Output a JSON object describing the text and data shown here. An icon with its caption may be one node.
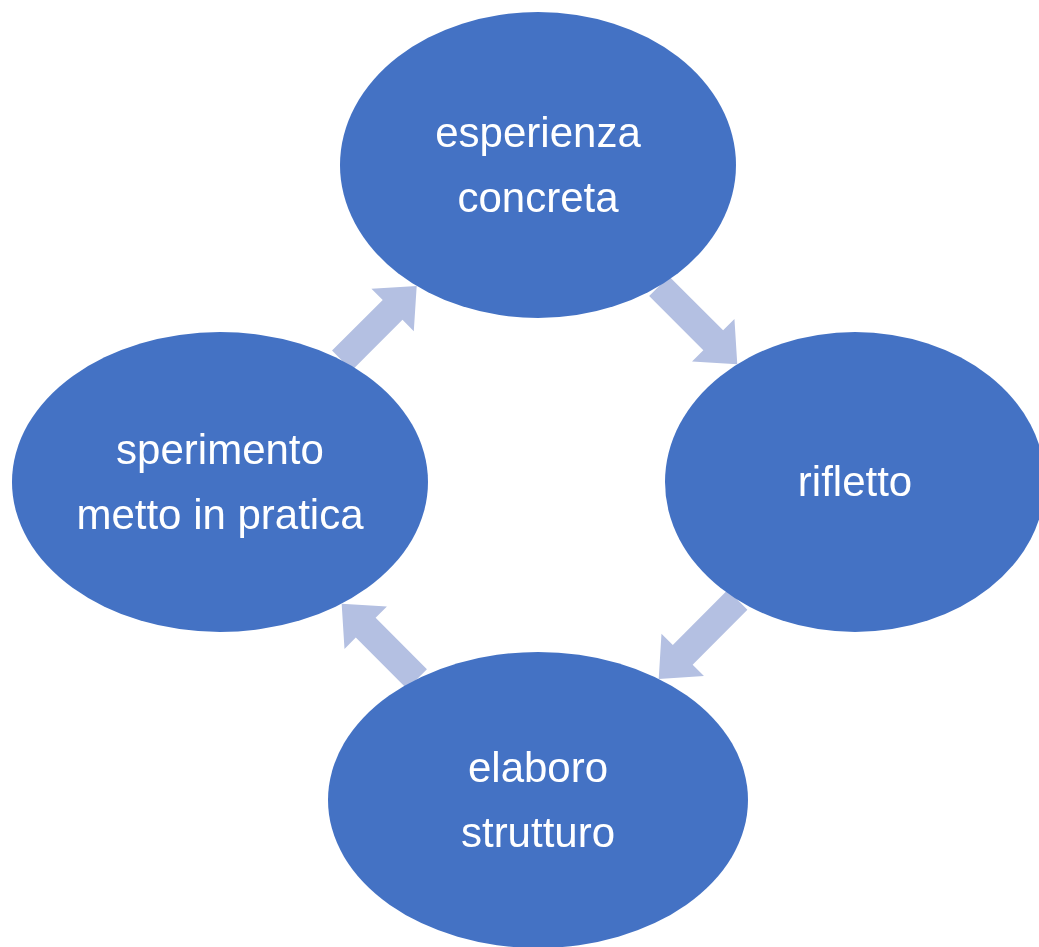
{
  "diagram": {
    "nodes": [
      {
        "text": [
          "esperienza concreta"
        ]
      },
      {
        "text": [
          "rifletto"
        ]
      },
      {
        "text": [
          "elaboro strutturo"
        ]
      },
      {
        "text": [
          "sperimento metto in pratica"
        ]
      }
    ],
    "edges": [
      {
        "from": 0,
        "to": 1,
        "arrow": "to"
      },
      {
        "from": 1,
        "to": 2,
        "arrow": "to"
      },
      {
        "from": 2,
        "to": 3,
        "arrow": "to"
      },
      {
        "from": 3,
        "to": 0,
        "arrow": "to"
      }
    ]
  }
}
